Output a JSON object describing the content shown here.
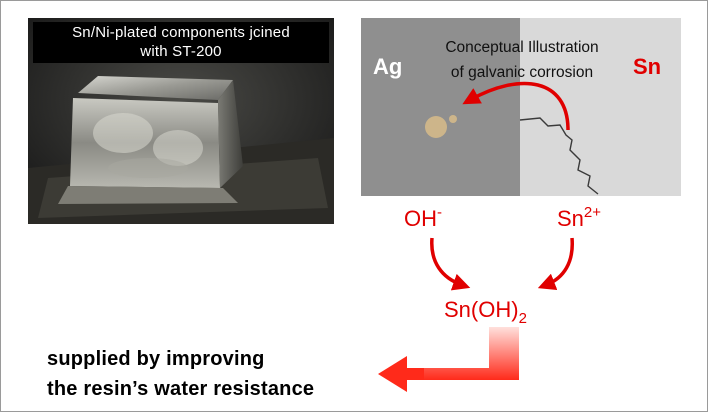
{
  "photo": {
    "caption_line1": "Sn/Ni-plated components jcined",
    "caption_line2": "with ST-200"
  },
  "illustration": {
    "title_line1": "Conceptual Illustration",
    "title_line2": "of galvanic corrosion",
    "left_metal": "Ag",
    "right_metal": "Sn"
  },
  "reaction": {
    "hydroxide": "OH",
    "hydroxide_charge": "-",
    "tin_ion": "Sn",
    "tin_ion_charge": "2+",
    "product": "Sn(OH)",
    "product_subscript": "2"
  },
  "note": {
    "line1": "supplied by improving",
    "line2": "the resin’s water resistance"
  },
  "colors": {
    "accent_red": "#e00000",
    "ag_panel": "#8f8f8f",
    "sn_panel": "#d9d9d9"
  }
}
